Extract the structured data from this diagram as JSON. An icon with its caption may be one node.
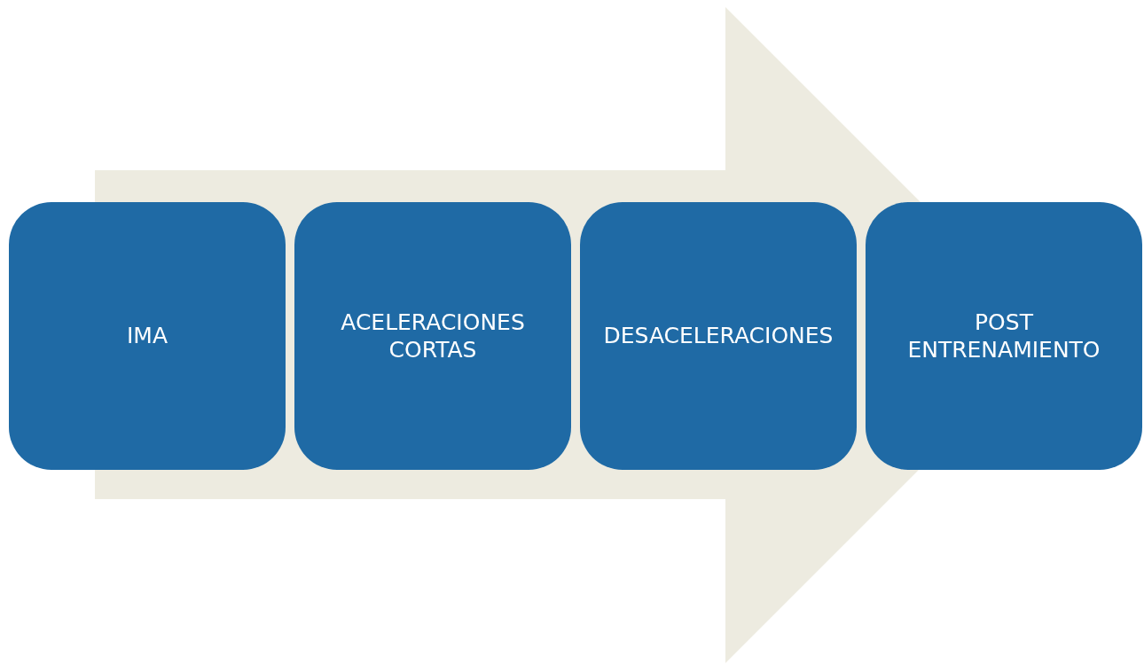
{
  "diagram": {
    "nodes": [
      {
        "text": [
          "IMA"
        ]
      },
      {
        "text": [
          "ACELERACIONES CORTAS"
        ]
      },
      {
        "text": [
          "DESACELERACIONES"
        ]
      },
      {
        "text": [
          "POST ENTRENAMIENTO"
        ]
      }
    ],
    "edges": [
      {
        "from": 0,
        "to": 3,
        "arrow": "to"
      }
    ]
  }
}
